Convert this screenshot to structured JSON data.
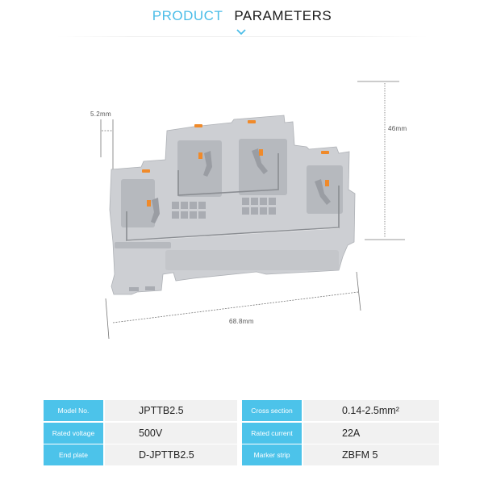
{
  "header": {
    "title_part1": "PRODUCT",
    "title_part2": "PARAMETERS",
    "accent_color": "#4bbde8",
    "indicator_icon": "chevron-down-icon"
  },
  "diagram": {
    "pitch_label": "5.2mm",
    "height_label": "46mm",
    "width_label": "68.8mm",
    "product_image": "gray 3-level push-in terminal block with orange release buttons"
  },
  "specs": {
    "label_color": "#4cc3ea",
    "rows": [
      {
        "label_left": "Model No.",
        "value_left": "JPTTB2.5",
        "label_right": "Cross section",
        "value_right": "0.14-2.5mm²"
      },
      {
        "label_left": "Rated voltage",
        "value_left": "500V",
        "label_right": "Rated current",
        "value_right": "22A"
      },
      {
        "label_left": "End plate",
        "value_left": "D-JPTTB2.5",
        "label_right": "Marker strip",
        "value_right": "ZBFM 5"
      }
    ]
  }
}
